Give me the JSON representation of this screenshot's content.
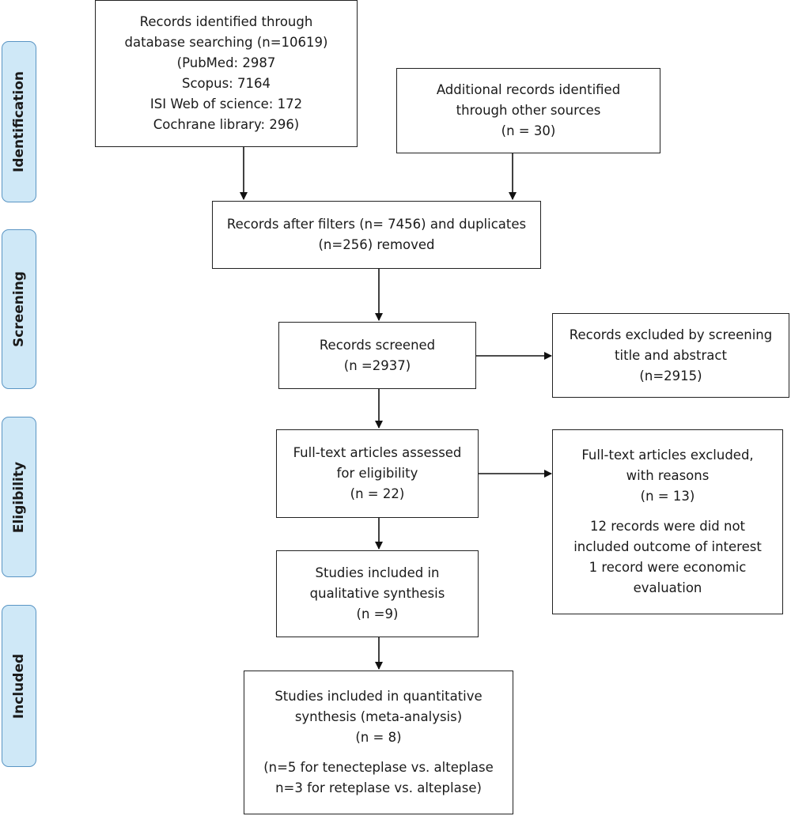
{
  "phases": {
    "identification": "Identification",
    "screening": "Screening",
    "eligibility": "Eligibility",
    "included": "Included"
  },
  "boxes": {
    "database": [
      "Records identified through",
      "database searching (n=10619)",
      "(PubMed: 2987",
      "Scopus: 7164",
      "ISI Web of science: 172",
      "Cochrane library: 296)"
    ],
    "other_sources": [
      "Additional records identified",
      "through other sources",
      "(n = 30)"
    ],
    "after_filters": [
      "Records after filters (n= 7456) and duplicates",
      "(n=256) removed"
    ],
    "screened": [
      "Records screened",
      "(n =2937)"
    ],
    "excluded_screening": [
      "Records excluded by screening",
      "title and abstract",
      "(n=2915)"
    ],
    "fulltext": [
      "Full-text articles assessed",
      "for eligibility",
      "(n = 22)"
    ],
    "fulltext_excluded": [
      "Full-text articles excluded,",
      "with reasons",
      "(n = 13)",
      "12 records were did not",
      "included outcome of interest",
      "1 record were economic",
      "evaluation"
    ],
    "qualitative": [
      "Studies included in",
      "qualitative synthesis",
      "(n =9)"
    ],
    "quantitative": [
      "Studies included in quantitative",
      "synthesis (meta-analysis)",
      "(n = 8)",
      "(n=5 for tenecteplase vs. alteplase",
      "n=3 for reteplase vs. alteplase)"
    ]
  }
}
